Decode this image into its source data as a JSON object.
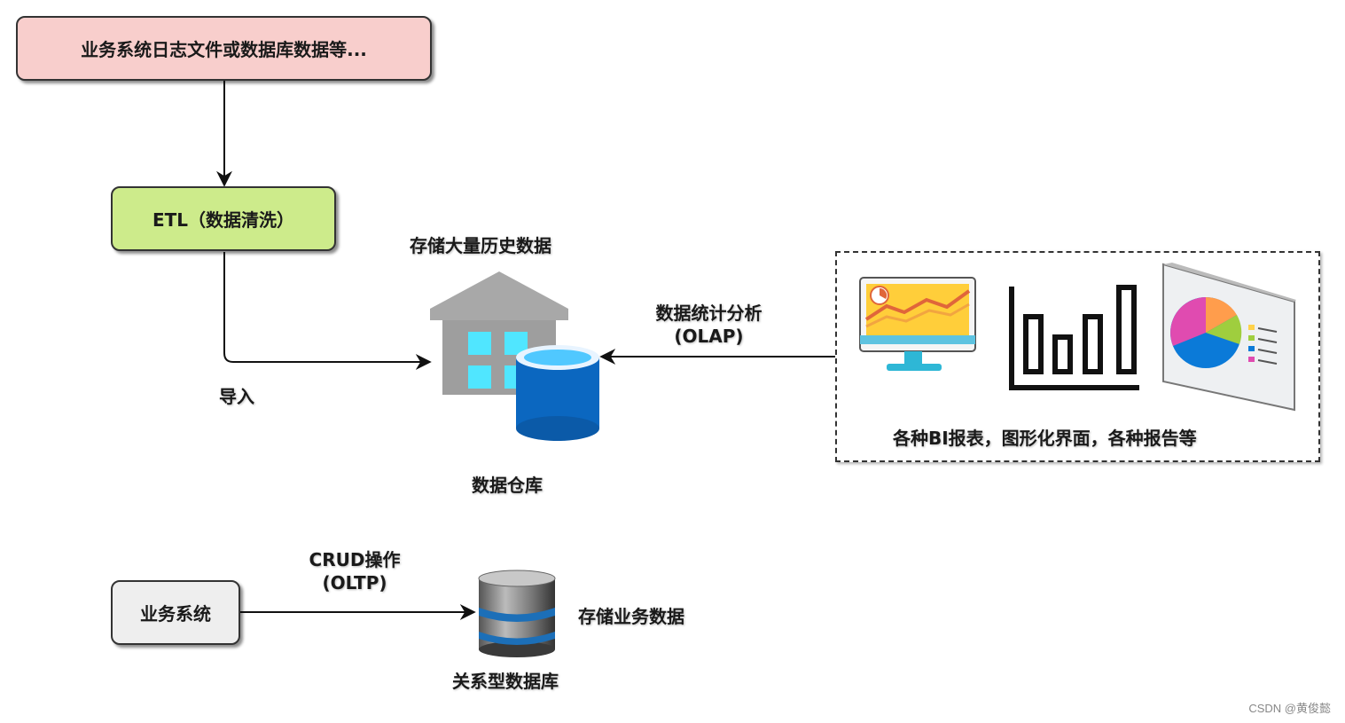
{
  "nodes": {
    "source": "业务系统日志文件或数据库数据等...",
    "etl": "ETL（数据清洗）",
    "warehouse_caption": "存储大量历史数据",
    "warehouse_label": "数据仓库",
    "import_label": "导入",
    "olap_label_line1": "数据统计分析",
    "olap_label_line2": "(OLAP)",
    "bi_caption": "各种BI报表，图形化界面，各种报告等",
    "biz_system": "业务系统",
    "crud_line1": "CRUD操作",
    "crud_line2": "(OLTP)",
    "rdb_caption": "存储业务数据",
    "rdb_label": "关系型数据库"
  },
  "colors": {
    "source_fill": "#f8cecc",
    "etl_fill": "#cdeb8b",
    "biz_fill": "#eeeeee",
    "warehouse_roof": "#a8a8a8",
    "warehouse_window": "#50e6ff",
    "db_blue": "#0b67c0"
  },
  "icons": [
    "warehouse-icon",
    "database-cylinder-icon",
    "monitor-chart-icon",
    "bar-chart-icon",
    "pie-chart-board-icon",
    "relational-database-icon"
  ],
  "watermark": "CSDN @黄俊懿"
}
